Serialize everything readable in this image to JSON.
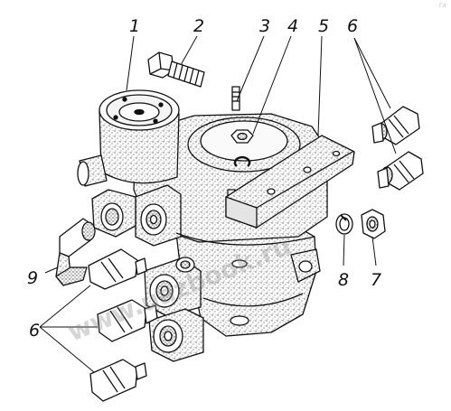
{
  "diagram": {
    "callouts": [
      {
        "id": "c1",
        "label": "1"
      },
      {
        "id": "c2",
        "label": "2"
      },
      {
        "id": "c3",
        "label": "3"
      },
      {
        "id": "c4",
        "label": "4"
      },
      {
        "id": "c5",
        "label": "5"
      },
      {
        "id": "c6a",
        "label": "6"
      },
      {
        "id": "c6b",
        "label": "6"
      },
      {
        "id": "c7",
        "label": "7"
      },
      {
        "id": "c8",
        "label": "8"
      },
      {
        "id": "c9",
        "label": "9"
      }
    ],
    "watermark": "www.uazbook.ru",
    "corner_mark": "Гл"
  },
  "colors": {
    "ink": "#111111",
    "stipple": "#6b6b6b",
    "background": "#ffffff"
  }
}
